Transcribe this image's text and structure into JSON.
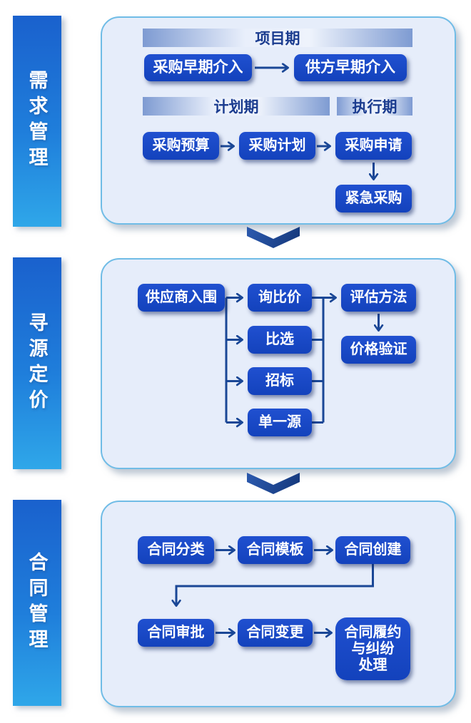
{
  "colors": {
    "node_blue": "#1747c8",
    "line_blue": "#1a4796",
    "panel_bg": "#e6edfa",
    "panel_border": "#70bce6",
    "sidebar_gradient_top": "#1a61cd",
    "sidebar_gradient_bottom": "#2fa7e9",
    "band_edge": "#7e9bd2",
    "band_text": "#1b3c8f",
    "chevron_navy": "#163a7e"
  },
  "icons": {
    "section_divider": "chevron-down"
  },
  "sections": [
    {
      "sidebar_label": "需求管理",
      "bands": {
        "project": "项目期",
        "plan": "计划期",
        "execute": "执行期"
      },
      "nodes": {
        "early_procurement": "采购早期介入",
        "early_supplier": "供方早期介入",
        "budget": "采购预算",
        "plan": "采购计划",
        "request": "采购申请",
        "urgent": "紧急采购"
      }
    },
    {
      "sidebar_label": "寻源定价",
      "nodes": {
        "shortlist": "供应商入围",
        "inquiry": "询比价",
        "compare": "比选",
        "bidding": "招标",
        "single_source": "单一源",
        "evaluation": "评估方法",
        "price_verification": "价格验证"
      }
    },
    {
      "sidebar_label": "合同管理",
      "nodes": {
        "classification": "合同分类",
        "template": "合同模板",
        "creation": "合同创建",
        "approval": "合同审批",
        "change": "合同变更",
        "performance": "合同履约\n与纠纷\n处理"
      }
    }
  ]
}
